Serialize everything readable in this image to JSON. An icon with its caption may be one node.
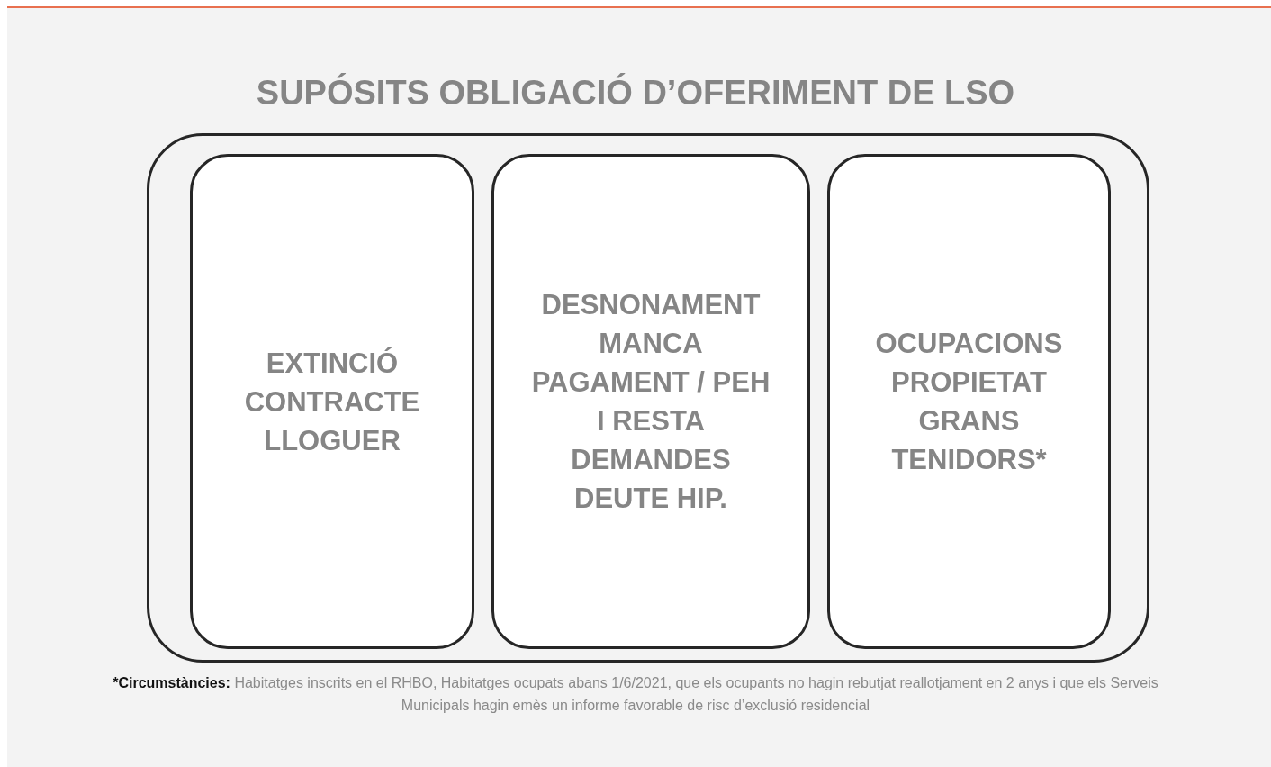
{
  "diagram": {
    "title": "SUPÓSITS OBLIGACIÓ D’OFERIMENT DE LSO",
    "nodes": [
      {
        "text": [],
        "shape": "box"
      },
      {
        "text": [
          "EXTINCIÓ CONTRACTE LLOGUER"
        ],
        "in": 0
      },
      {
        "text": [
          "DESNONAMENT MANCA PAGAMENT / PEH I RESTA DEMANDES DEUTE HIP."
        ],
        "in": 0
      },
      {
        "text": [
          "OCUPACIONS PROPIETAT GRANS TENIDORS*"
        ],
        "in": 0
      }
    ],
    "edges": [],
    "caption": "***Circumstàncies:** Habitatges inscrits en el RHBO, Habitatges ocupats abans 1/6/2021, que els ocupants no hagin rebutjat reallotjament en 2 anys i que els Serveis Municipals hagin emès un informe favorable de risc d’exclusió residencial"
  }
}
